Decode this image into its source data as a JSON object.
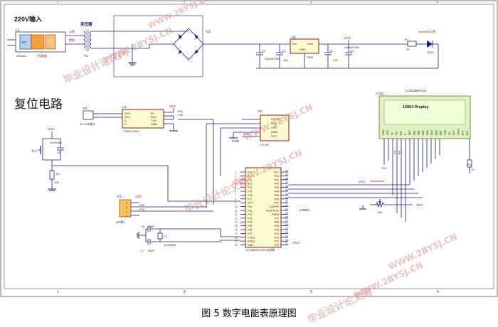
{
  "title_power_input": "220V输入",
  "title_reset_circuit": "复位电路",
  "figure_caption": "图 5  数字电能表原理图",
  "watermarks": [
    "毕业设计论文网",
    "WWW.2BYSJ.CN"
  ],
  "components": {
    "l1": {
      "ref": "L1",
      "mark": "NC",
      "label": "220VAC",
      "note": "三孔插座"
    },
    "t1": {
      "ref": "T1",
      "name": "变压器",
      "pin_a": "火线",
      "pin_b": "零线"
    },
    "u1": {
      "ref": "U1"
    },
    "c1": {
      "ref": "C1",
      "value": "1000uF/25v"
    },
    "c3": {
      "ref": "C3",
      "value": "104"
    },
    "u2": {
      "ref": "U2",
      "vin": "Vin",
      "vout": "Vout",
      "gnd": "GND",
      "part": "7805"
    },
    "c2": {
      "ref": "C2",
      "value": "104"
    },
    "c4": {
      "ref": "C4",
      "value": "1000uF/25v"
    },
    "r1": {
      "ref": "R1",
      "value": "1K"
    },
    "led1": {
      "ref": "LED1",
      "label": "3mmLED红色"
    },
    "vcc_label": "VCC",
    "gnd_label": "GND",
    "u4": {
      "ref": "U4",
      "part": "PZEM-004T",
      "pins_left": [
        "220~",
        "220~",
        "A",
        "C"
      ],
      "pins_right": [
        "5V",
        "RXD",
        "TXD",
        "GND"
      ]
    },
    "p4": {
      "ref": "P4",
      "label": "AC-02A插头"
    },
    "u6": {
      "ref": "U6",
      "part": "HC-05",
      "pins": [
        "STATE",
        "RXD",
        "TXD",
        "GND",
        "VCC"
      ]
    },
    "k1": {
      "ref": "K1"
    },
    "c5": {
      "ref": "C5",
      "value": "10uF/16v"
    },
    "r2": {
      "ref": "R2",
      "value": "10K"
    },
    "rst_net": "RST",
    "p2": {
      "ref": "P2",
      "part": "4P排针"
    },
    "u3": {
      "ref": "U3",
      "part": "STC89C52+DIP40封装",
      "left_pins": [
        "P10",
        "P11",
        "P12",
        "P13",
        "P14",
        "P15",
        "P16",
        "P17",
        "RST",
        "P30",
        "P31",
        "P32",
        "P33",
        "P34",
        "P35",
        "P36",
        "P37",
        "XTAL2",
        "XTAL1",
        "GND"
      ],
      "right_pins": [
        "VCC",
        "P00",
        "P01",
        "P02",
        "P03",
        "P04",
        "P05",
        "P06",
        "P07",
        "EA/VPP",
        "ALE/PROG",
        "PSEN",
        "P27",
        "P26",
        "P25",
        "P24",
        "P23",
        "P22",
        "P21",
        "P20"
      ]
    },
    "c6": {
      "ref": "C6",
      "value": "30pF"
    },
    "c7": {
      "ref": "C7",
      "value": "30pF"
    },
    "y1": {
      "ref": "Y1",
      "value": "11.0592M"
    },
    "lcd1": {
      "ref": "LCD1",
      "part": "LCD12864-CK",
      "display": "12864 Display",
      "pins": [
        "GND",
        "VCC",
        "V0",
        "RS",
        "RW",
        "E",
        "DB0",
        "DB1",
        "DB2",
        "DB3",
        "DB4",
        "DB5",
        "DB6",
        "DB7",
        "PSB",
        "NC",
        "RST",
        "VOUT",
        "BLA",
        "BLK"
      ]
    },
    "r11": {
      "ref": "R11",
      "value": "10"
    },
    "vr1": {
      "ref": "VR1",
      "value": "10K"
    },
    "lcd_en": "LCDEN"
  },
  "border": {
    "top_numbers": [
      "1",
      "2",
      "3",
      "4"
    ],
    "bottom_numbers": [
      "1",
      "2",
      "3",
      "4"
    ]
  }
}
